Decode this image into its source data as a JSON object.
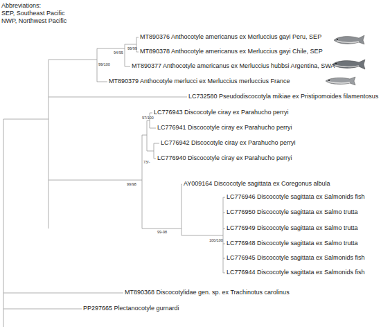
{
  "diagram": {
    "labels": [
      "Abbreviations:",
      "SEP, Southeast Pacific",
      "NWP, Northwest Pacific",
      "MT890376 Anthocotyle americanus ex Merluccius gayi Peru, SEP",
      "MT890378 Anthocotyle americanus ex Merluccius gayi Chile, SEP",
      "MT890377 Anthocotyle americanus ex Merluccius hubbsi Argentina, SWA",
      "MT890379 Anthocotyle merlucci ex Merluccius merluccius France",
      "LC732580 Pseudodiscocotyla mikiae ex Pristipomoides filamentosus",
      "LC776943 Discocotyle ciray ex Parahucho perryi",
      "LC776941 Discocotyle ciray ex Parahucho perryi",
      "LC776942 Discocotyle ciray ex Parahucho perryi",
      "LC776940 Discocotyle ciray ex Parahucho perryi",
      "AY009164 Discocotyle sagittata ex Coregonus albula",
      "LC776946 Discocotyle sagittata ex Salmonids fish",
      "LC776950 Discocotyle sagittata ex Salmo trutta",
      "LC776949 Discocotyle sagittata ex Salmo trutta",
      "LC776948 Discocotyle sagittata ex Salmo trutta",
      "LC776945 Discocotyle sagittata ex Salmonids fish",
      "LC776944 Discocotyle sagittata ex Salmonids fish",
      "MT890368 Discocotylidae gen. sp. ex Trachinotus carolinus",
      "PP297665 Plectanocotyle gurnardi",
      "99/99",
      "94/95",
      "99/100",
      "97/100",
      "73/-",
      "99/98",
      "99-98",
      "100/100"
    ]
  }
}
